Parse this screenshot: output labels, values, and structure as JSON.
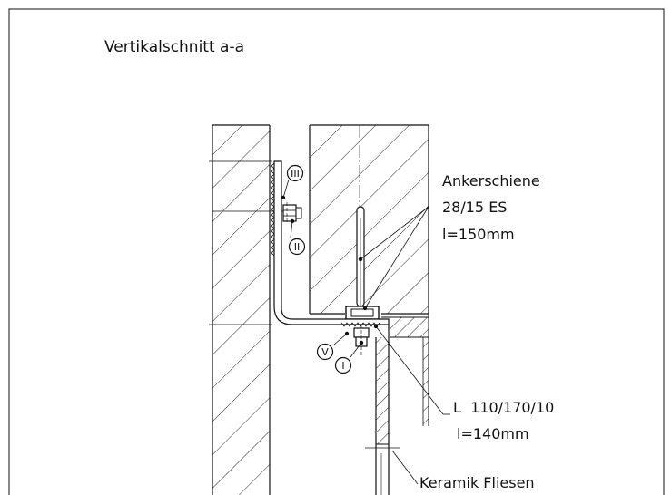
{
  "title": "Vertikalschnitt a-a",
  "labels": {
    "ankerschiene_name": "Ankerschiene",
    "ankerschiene_size": "28/15 ES",
    "ankerschiene_length": "l=150mm",
    "angle_size": "L  110/170/10",
    "angle_length": "l=140mm",
    "tiles": "Keramik Fliesen"
  },
  "markers": {
    "m1": "I",
    "m2": "II",
    "m3": "III",
    "m5": "V"
  },
  "colors": {
    "line": "#111111",
    "background": "#ffffff"
  }
}
